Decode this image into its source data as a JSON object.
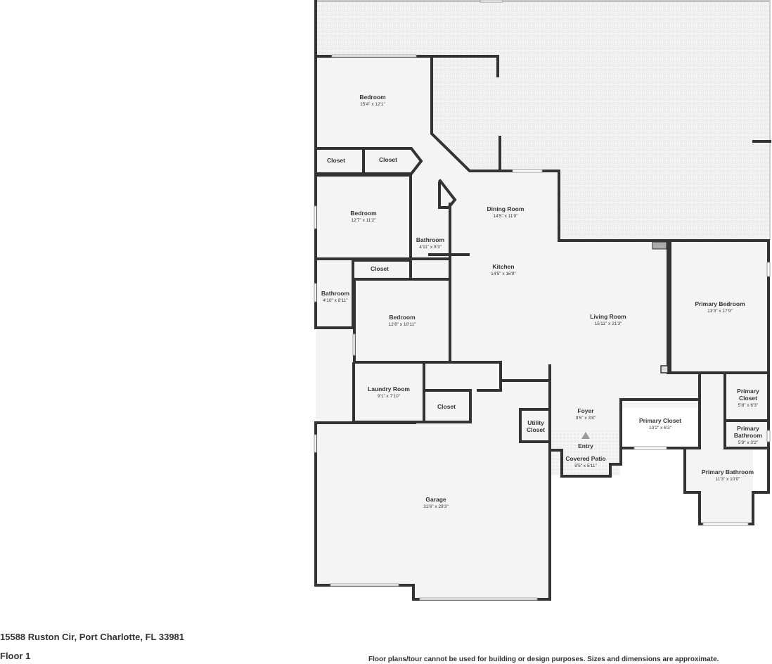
{
  "footer": {
    "address": "15588 Ruston Cir, Port Charlotte, FL 33981",
    "floor": "Floor 1",
    "disclaimer": "Floor plans/tour cannot be used for building or design purposes. Sizes and dimensions are approximate."
  },
  "rooms": {
    "bedroom_top": {
      "name": "Bedroom",
      "dims": "15'4\" x 12'1\""
    },
    "closet_a": {
      "name": "Closet"
    },
    "closet_b": {
      "name": "Closet"
    },
    "bedroom_mid": {
      "name": "Bedroom",
      "dims": "12'7\" x 11'2\""
    },
    "bathroom_center": {
      "name": "Bathroom",
      "dims": "4'11\" x 9'3\""
    },
    "dining_room": {
      "name": "Dining Room",
      "dims": "14'5\" x 11'0\""
    },
    "kitchen": {
      "name": "Kitchen",
      "dims": "14'5\" x 16'8\""
    },
    "closet_c": {
      "name": "Closet"
    },
    "bathroom_left": {
      "name": "Bathroom",
      "dims": "4'10\" x 8'11\""
    },
    "bedroom_low": {
      "name": "Bedroom",
      "dims": "12'8\" x 10'11\""
    },
    "living_room": {
      "name": "Living Room",
      "dims": "15'11\" x 21'3\""
    },
    "primary_bedroom": {
      "name": "Primary Bedroom",
      "dims": "13'3\" x 17'9\""
    },
    "laundry_room": {
      "name": "Laundry Room",
      "dims": "9'1\" x 7'10\""
    },
    "closet_d": {
      "name": "Closet"
    },
    "utility_closet": {
      "name_line1": "Utility",
      "name_line2": "Closet"
    },
    "foyer": {
      "name": "Foyer",
      "dims": "9'5\" x 3'8\""
    },
    "entry": {
      "name": "Entry"
    },
    "covered_patio": {
      "name": "Covered Patio",
      "dims": "9'5\" x 5'11\""
    },
    "primary_closet_center": {
      "name": "Primary Closet",
      "dims": "10'2\" x 6'3\""
    },
    "primary_closet_right": {
      "name_line1": "Primary",
      "name_line2": "Closet",
      "dims": "5'8\" x 6'3\""
    },
    "primary_bathroom_small": {
      "name_line1": "Primary",
      "name_line2": "Bathroom",
      "dims": "5'8\" x 3'2\""
    },
    "primary_bathroom": {
      "name": "Primary Bathroom",
      "dims": "11'3\" x 10'0\""
    },
    "garage": {
      "name": "Garage",
      "dims": "31'6\" x 29'3\""
    }
  }
}
